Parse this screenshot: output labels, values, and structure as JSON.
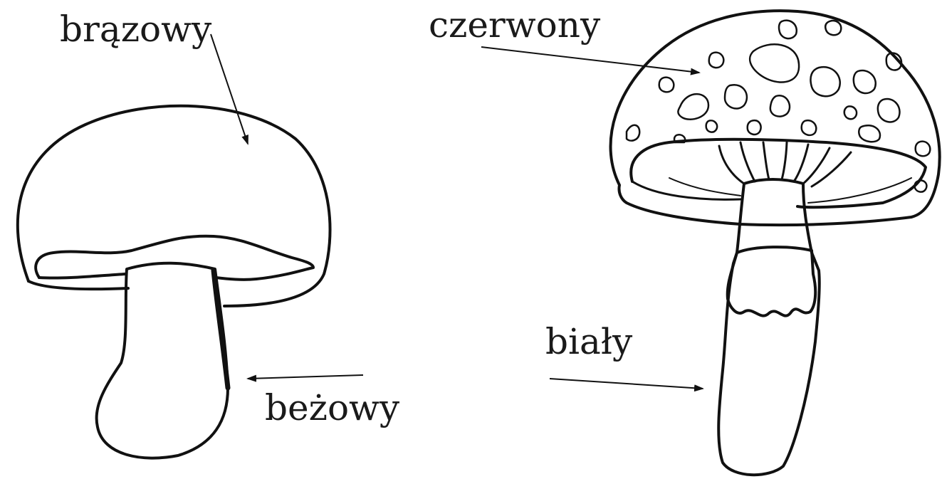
{
  "labels": {
    "brazowy": "brązowy",
    "czerwony": "czerwony",
    "bialy": "biały",
    "bezowy": "beżowy"
  },
  "colors": {
    "ink": "#111111",
    "background": "#ffffff"
  }
}
